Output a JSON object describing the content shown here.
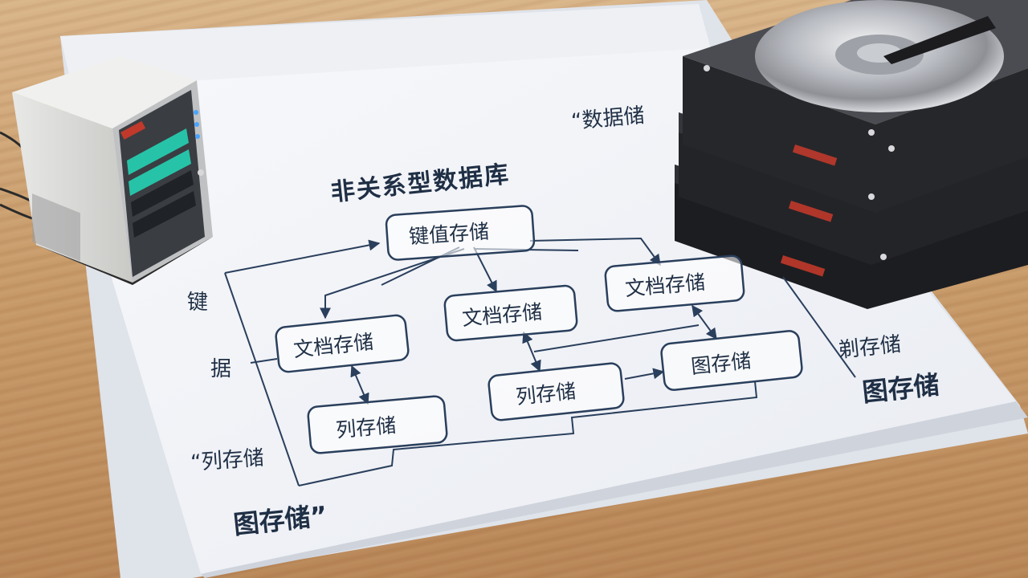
{
  "diagram": {
    "title": "非关系型数据库",
    "nodes": {
      "kv": "键值存储",
      "doc_left": "文档存储",
      "doc_mid": "文档存储",
      "doc_right": "文档存储",
      "col_left": "列存储",
      "col_mid": "列存储",
      "graph": "图存储"
    },
    "side_labels": {
      "left_1": "键",
      "left_2": "据",
      "left_3": "“列存储",
      "bottom": "图存储”",
      "top_right": "“数据储",
      "right_1": "剃存储",
      "right_2": "图存储"
    }
  }
}
